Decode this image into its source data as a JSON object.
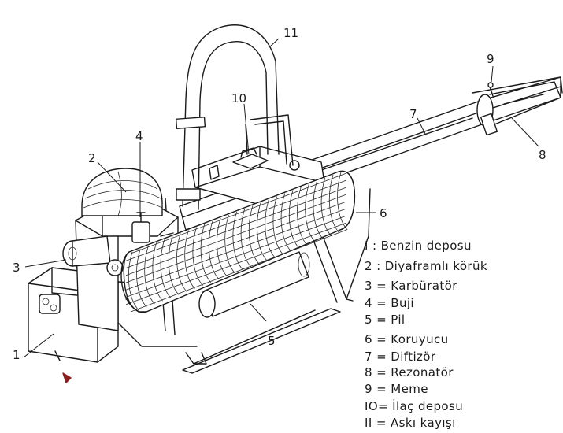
{
  "callouts": {
    "c1": "1",
    "c2": "2",
    "c3": "3",
    "c4": "4",
    "c5": "5",
    "c6": "6",
    "c7": "7",
    "c8": "8",
    "c9": "9",
    "c10": "10",
    "c11": "11"
  },
  "legend": [
    {
      "key": "1",
      "label": "I  : Benzin deposu"
    },
    {
      "key": "2",
      "label": "2 : Diyaframlı körük"
    },
    {
      "key": "3",
      "label": "3 = Karbüratör"
    },
    {
      "key": "4",
      "label": "4 = Buji"
    },
    {
      "key": "5",
      "label": "5 = Pil"
    },
    {
      "key": "6",
      "label": "6 = Koruyucu"
    },
    {
      "key": "7",
      "label": "7 = Diftizör"
    },
    {
      "key": "8",
      "label": "8 = Rezonatör"
    },
    {
      "key": "9",
      "label": "9 = Meme"
    },
    {
      "key": "10",
      "label": "IO= İlaç  deposu"
    },
    {
      "key": "11",
      "label": "II = Askı kayışı"
    }
  ]
}
